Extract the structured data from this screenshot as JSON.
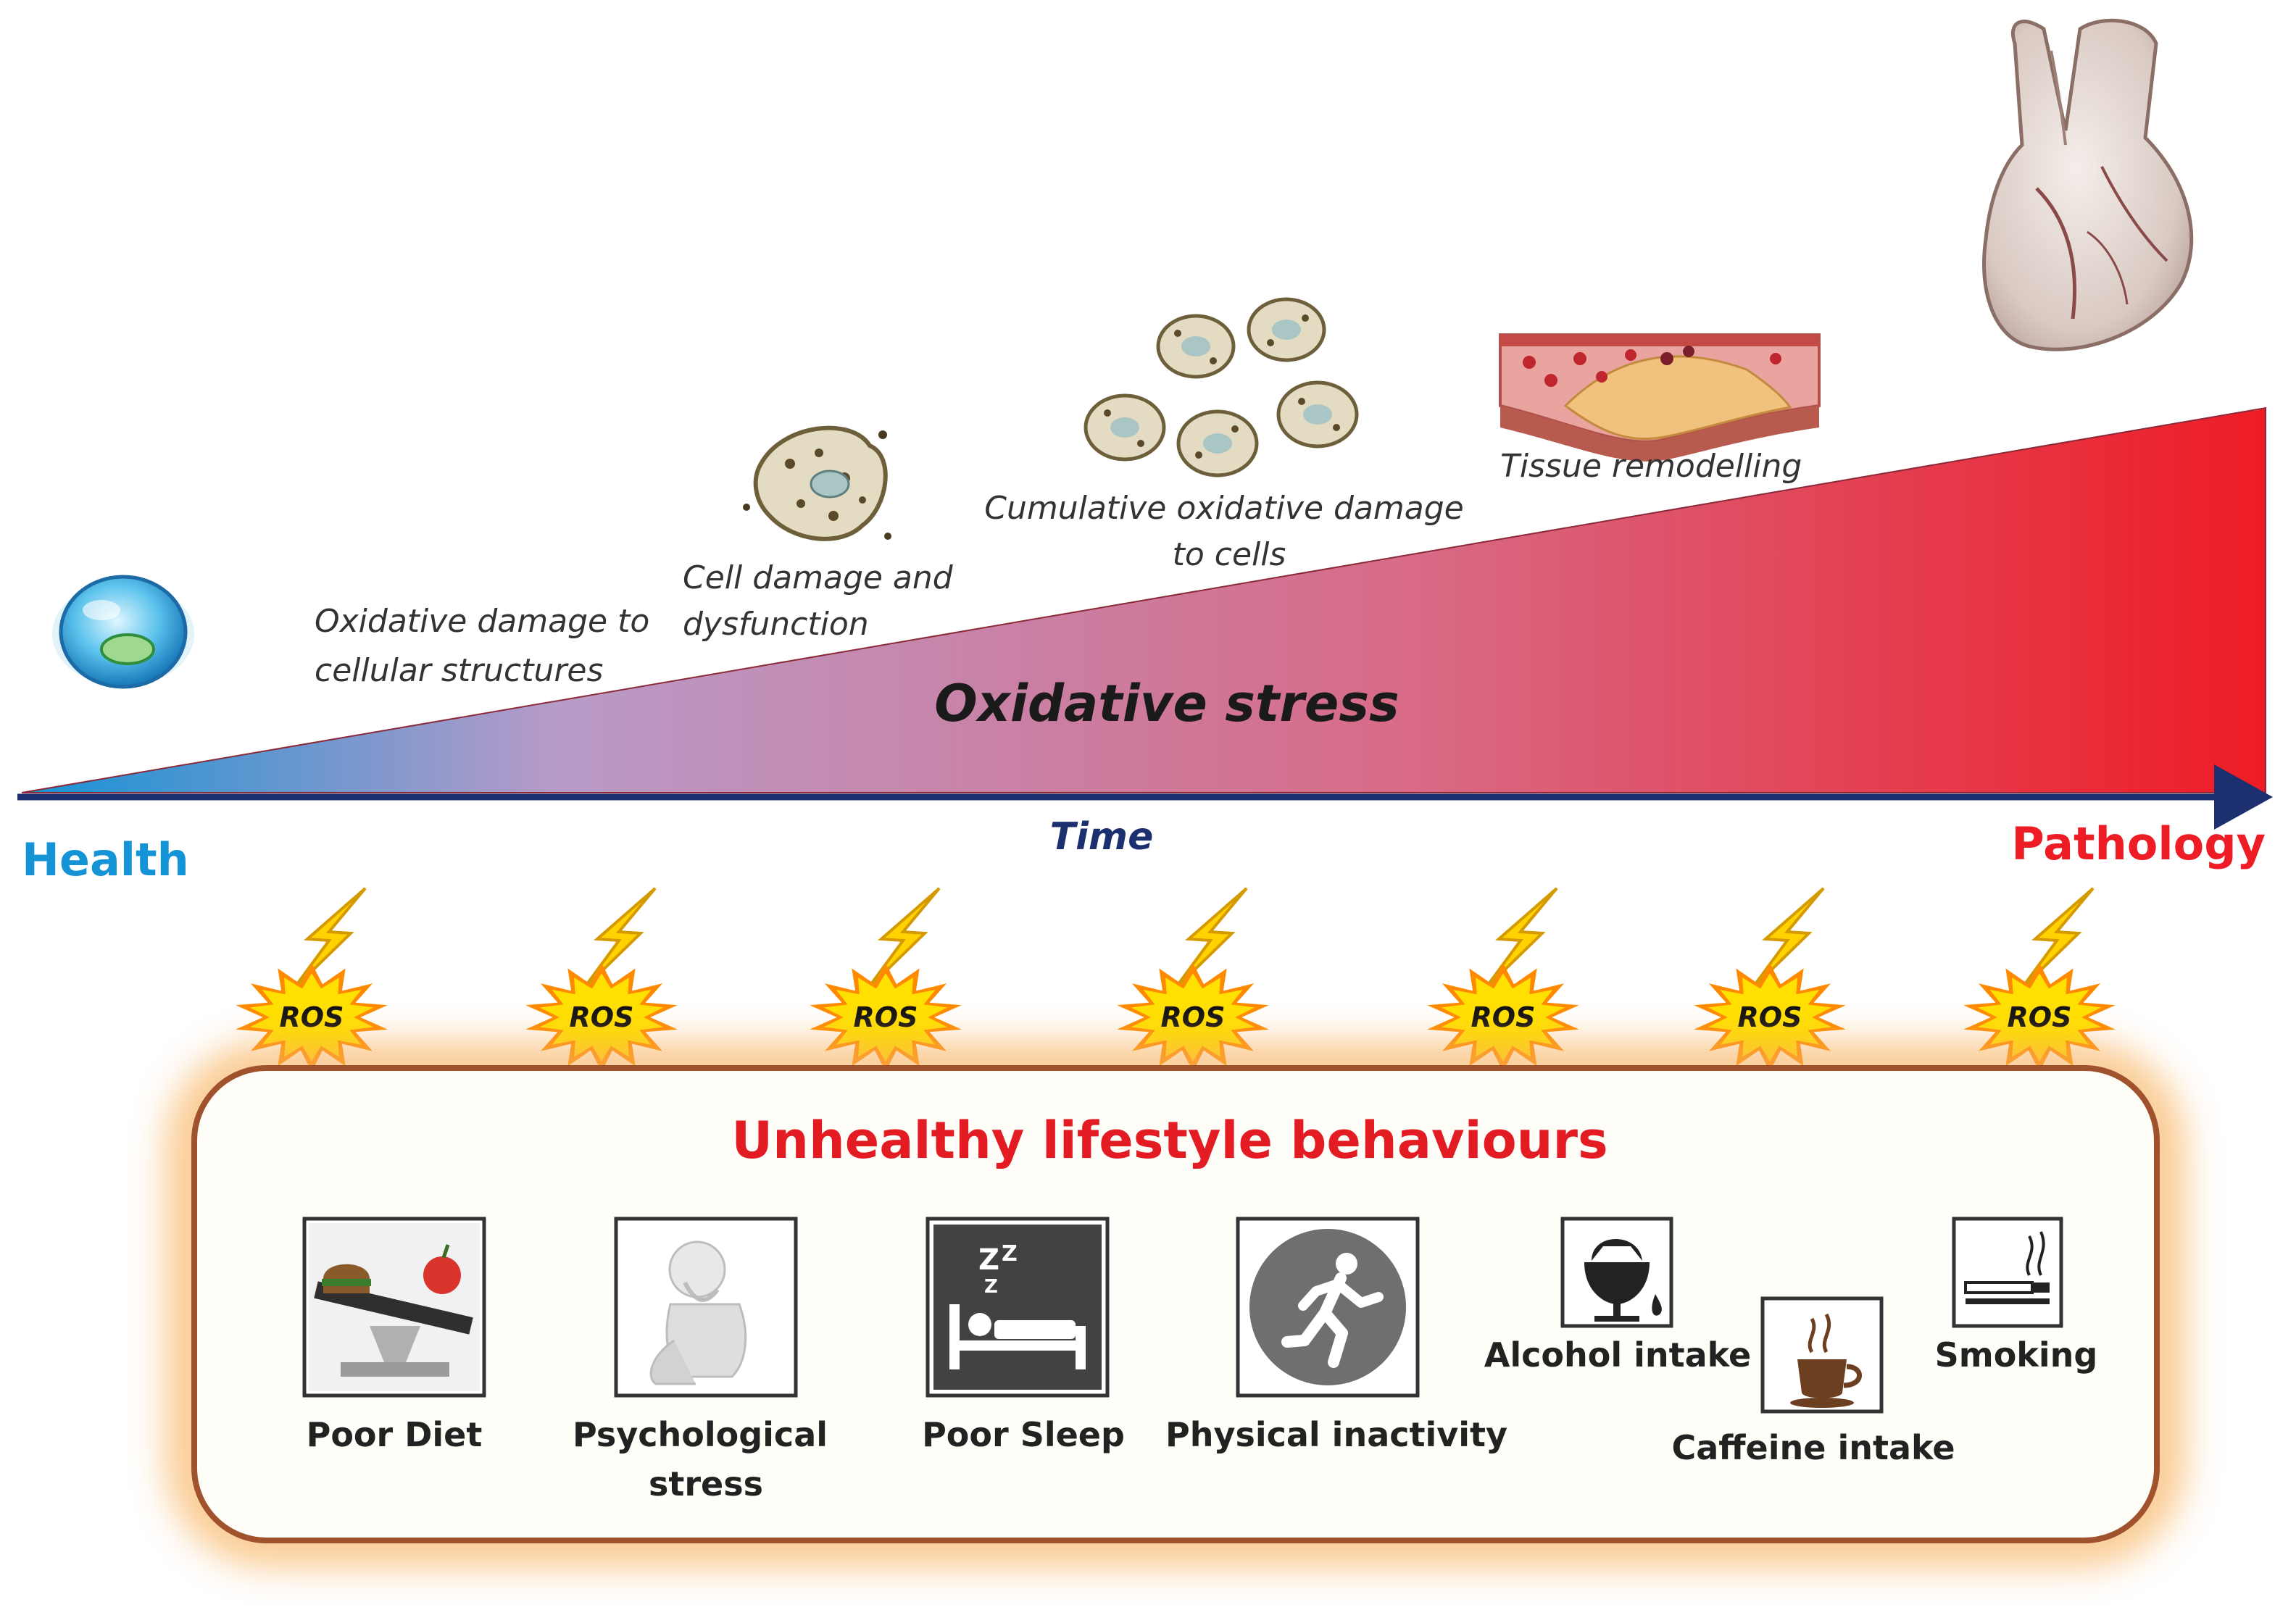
{
  "colors": {
    "health_blue": "#1493d6",
    "pathology_red": "#ee1c25",
    "gradient_mid": "#b99bc8",
    "axis_navy": "#1c2f6e",
    "box_title_red": "#e31b23",
    "box_border": "#a0522d",
    "glow_orange": "#f7b05a",
    "ros_yellow": "#ffe000",
    "ros_orange": "#ff8a00",
    "bolt_yellow": "#ffd200"
  },
  "axis": {
    "start_label": "Health",
    "end_label": "Pathology",
    "time_label": "Time",
    "wedge_label": "Oxidative stress"
  },
  "stages": [
    {
      "lines": [
        "Oxidative damage to",
        "cellular structures"
      ],
      "illustration": "none"
    },
    {
      "lines": [
        "Cell damage and",
        "dysfunction"
      ],
      "illustration": "damaged-cell"
    },
    {
      "lines": [
        "Cumulative oxidative damage",
        "to cells"
      ],
      "illustration": "damaged-cell-cluster"
    },
    {
      "lines": [
        "Tissue remodelling"
      ],
      "illustration": "plaque-artery"
    }
  ],
  "illustrations": {
    "healthy_cell": "healthy-cell-icon",
    "heart": "heart-icon"
  },
  "ros": {
    "label": "ROS",
    "count": 7
  },
  "lifestyle": {
    "title": "Unhealthy lifestyle behaviours",
    "items": [
      {
        "id": "poor-diet",
        "lines": [
          "Poor Diet"
        ],
        "icon": "seesaw-burger-apple-icon"
      },
      {
        "id": "psychological-stress",
        "lines": [
          "Psychological",
          "stress"
        ],
        "icon": "stressed-person-icon"
      },
      {
        "id": "poor-sleep",
        "lines": [
          "Poor Sleep"
        ],
        "icon": "bed-zzz-icon"
      },
      {
        "id": "physical-inactivity",
        "lines": [
          "Physical inactivity"
        ],
        "icon": "runner-icon"
      },
      {
        "id": "alcohol-intake",
        "lines": [
          "Alcohol intake"
        ],
        "icon": "wine-glass-icon"
      },
      {
        "id": "caffeine-intake",
        "lines": [
          "Caffeine intake"
        ],
        "icon": "coffee-cup-icon"
      },
      {
        "id": "smoking",
        "lines": [
          "Smoking"
        ],
        "icon": "cigarette-icon"
      }
    ]
  }
}
